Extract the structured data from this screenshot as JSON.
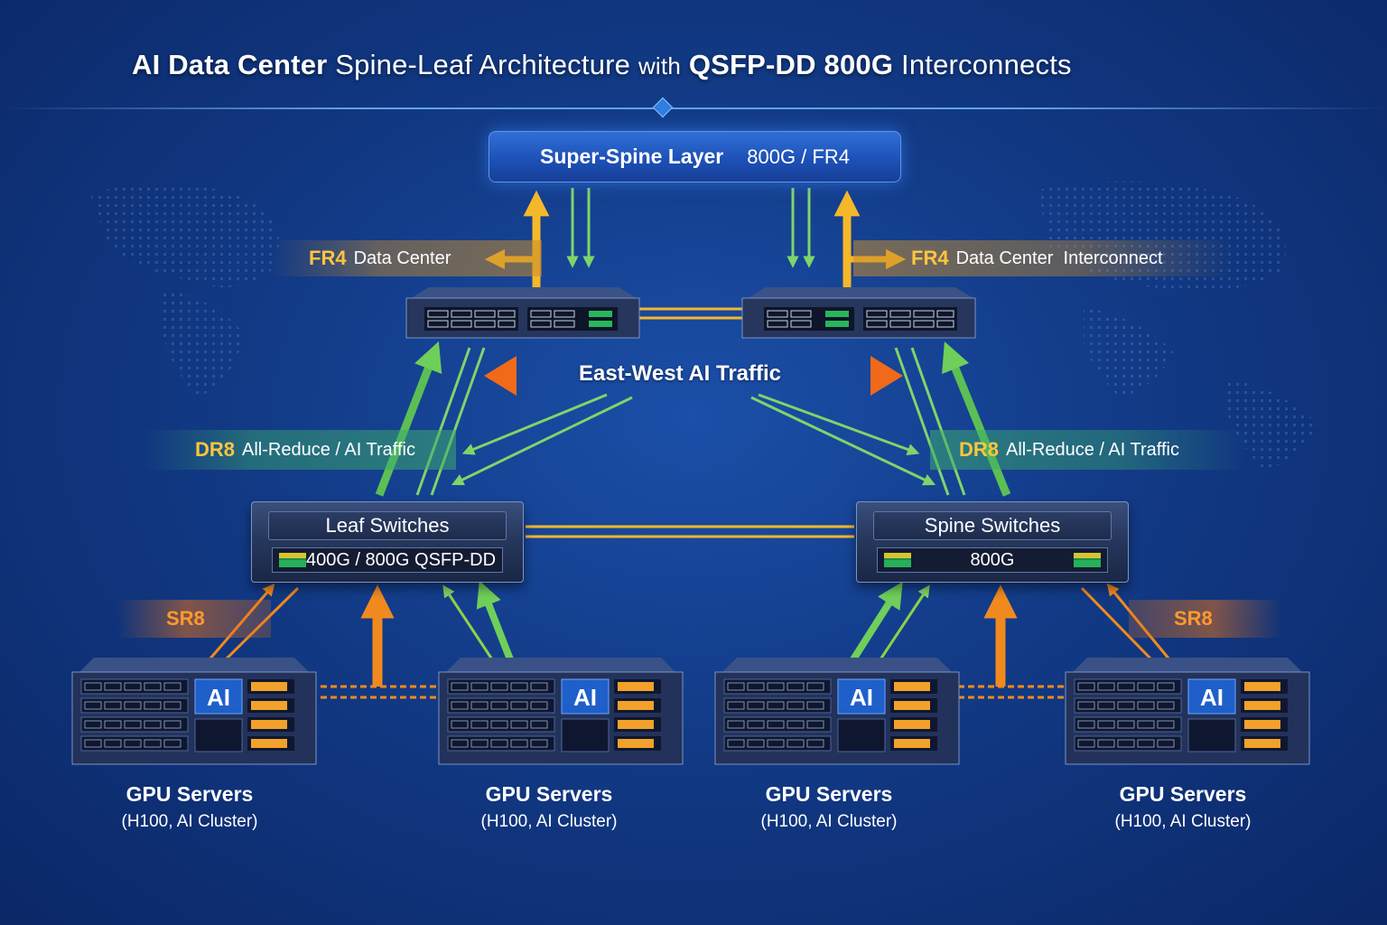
{
  "title": {
    "part1": "AI Data Center",
    "part2": "Spine-Leaf Architecture",
    "part3": "with",
    "part4": "QSFP-DD 800G",
    "part5": "Interconnects"
  },
  "super_spine": {
    "label": "Super-Spine Layer",
    "speed": "800G / FR4"
  },
  "fr4_left": {
    "key": "FR4",
    "text": "Data Center"
  },
  "fr4_right": {
    "key": "FR4",
    "text": "Data Center  Interconnect"
  },
  "east_west": "East-West AI Traffic",
  "dr8_left": {
    "key": "DR8",
    "text": "All-Reduce / AI Traffic"
  },
  "dr8_right": {
    "key": "DR8",
    "text": "All-Reduce / AI Traffic"
  },
  "leaf": {
    "name": "Leaf Switches",
    "ports": "400G / 800G QSFP-DD"
  },
  "spine": {
    "name": "Spine Switches",
    "ports": "800G"
  },
  "sr8_left": {
    "key": "SR8"
  },
  "sr8_right": {
    "key": "SR8"
  },
  "servers": [
    {
      "title": "GPU Servers",
      "sub": "(H100, AI Cluster)",
      "badge": "AI"
    },
    {
      "title": "GPU Servers",
      "sub": "(H100, AI Cluster)",
      "badge": "AI"
    },
    {
      "title": "GPU Servers",
      "sub": "(H100, AI Cluster)",
      "badge": "AI"
    },
    {
      "title": "GPU Servers",
      "sub": "(H100, AI Cluster)",
      "badge": "AI"
    }
  ],
  "colors": {
    "background": "#123a86",
    "fr4_yellow": "#f5b82a",
    "dr8_green": "#6fcf5a",
    "sr8_orange": "#f08a1e",
    "east_west_orange": "#e9681c",
    "ai_badge": "#1f5fc9"
  }
}
